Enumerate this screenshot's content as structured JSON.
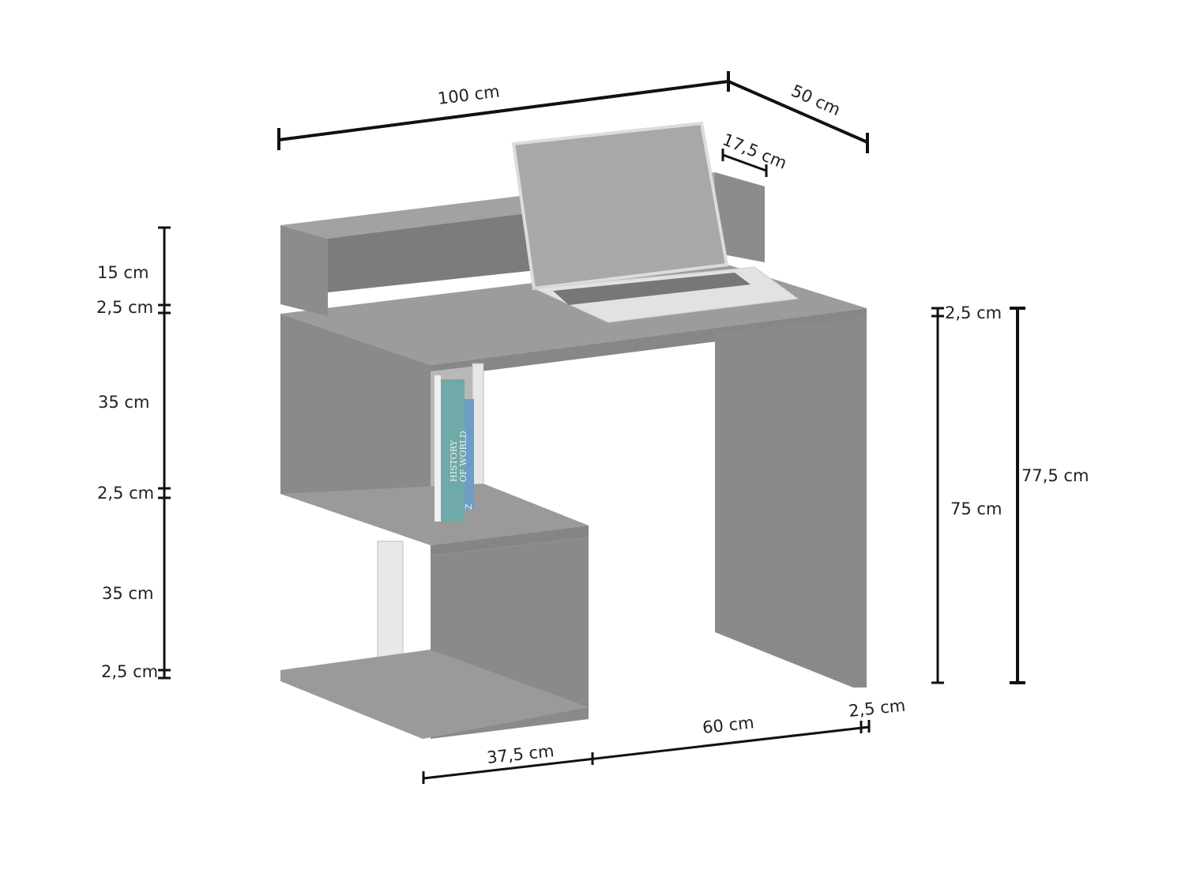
{
  "dimensions": {
    "width": "100 cm",
    "depth": "50 cm",
    "hutch_depth": "17,5 cm",
    "hutch_height": "15 cm",
    "top_thickness_left": "2,5 cm",
    "upper_shelf_height": "35 cm",
    "middle_shelf_thickness": "2,5 cm",
    "lower_shelf_height": "35 cm",
    "bottom_thickness": "2,5 cm",
    "top_thickness_right": "2,5 cm",
    "leg_height": "75 cm",
    "total_height": "77,5 cm",
    "shelf_width": "37,5 cm",
    "leg_gap": "60 cm",
    "leg_thickness": "2,5 cm"
  },
  "book": {
    "title_line1": "HISTORY",
    "title_line2": "OF WORLD",
    "spine_letter": "Z"
  },
  "colors": {
    "desk": "#8a8a8a",
    "desk_top": "#9a9a9a",
    "book": "#6fa9a8",
    "book2": "#6d9ec6",
    "lines": "#111111"
  }
}
